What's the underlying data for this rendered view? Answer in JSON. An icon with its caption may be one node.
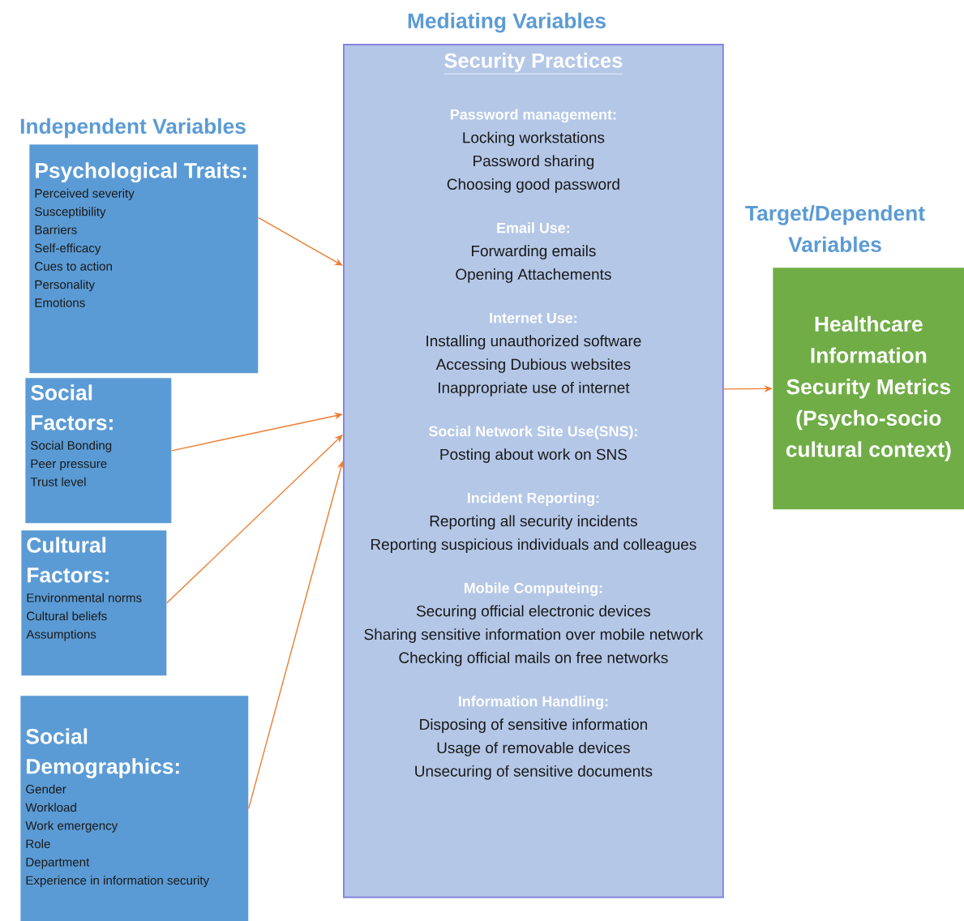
{
  "diagram": {
    "nodes": [
      {
        "text": [
          "Psychological Traits:",
          "Perceived severity",
          "Susceptibility",
          "Barriers",
          "Self-efficacy",
          "Cues to action",
          "Personality",
          "Emotions"
        ]
      },
      {
        "text": [
          "Social Factors:",
          "Social Bonding",
          "Peer pressure",
          "Trust level"
        ]
      },
      {
        "text": [
          "Cultural Factors:",
          "Environmental norms",
          "Cultural beliefs",
          "Assumptions"
        ]
      },
      {
        "text": [
          "Social Demographics:",
          "Gender",
          "Workload",
          "Work emergency",
          "Role",
          "Department",
          "Experience in information security"
        ]
      },
      {
        "text": [
          "Security Practices",
          "Password management:",
          "Locking workstations",
          "Password sharing",
          "Choosing good password",
          "Email Use:",
          "Forwarding emails",
          "Opening Attachements",
          "Internet Use:",
          "Installing unauthorized software",
          "Accessing Dubious websites",
          "Inappropriate use of internet",
          "Social Network Site Use(SNS):",
          "Posting about work on SNS",
          "Incident Reporting:",
          "Reporting all security incidents",
          "Reporting suspicious individuals and colleagues",
          "Mobile Computeing:",
          "Securing official electronic devices",
          "Sharing sensitive information over mobile network",
          "Checking official mails on free networks",
          "Information Handling:",
          "Disposing of sensitive information",
          "Usage of removable devices",
          "Unsecuring of sensitive documents"
        ]
      },
      {
        "text": [
          "Healthcare Information Security Metrics (Psycho-socio cultural context)"
        ]
      }
    ],
    "edges": [
      {
        "from": 0,
        "to": 4,
        "arrow": "to"
      },
      {
        "from": 1,
        "to": 4,
        "arrow": "to"
      },
      {
        "from": 2,
        "to": 4,
        "arrow": "to"
      },
      {
        "from": 3,
        "to": 4,
        "arrow": "to"
      },
      {
        "from": 4,
        "to": 5,
        "arrow": "to"
      }
    ],
    "labels": [
      "Mediating Variables",
      "Independent Variables",
      "Target/Dependent Variables"
    ]
  }
}
